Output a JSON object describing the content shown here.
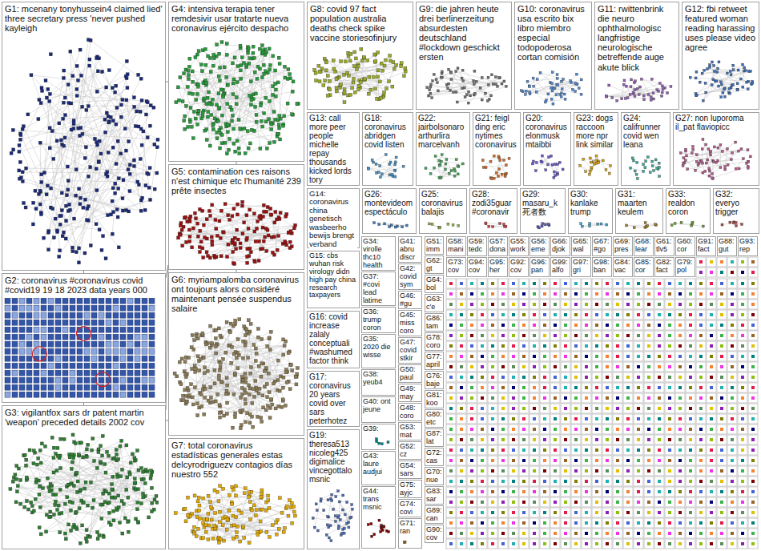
{
  "diagram": {
    "nodes": [
      {
        "text": [
          "G1: mcenany tonyhussein4 claimed lied' three secretary press 'never pushed kayleigh"
        ]
      },
      {
        "text": [
          "G2: coronavirus #coronavirus covid #covid19 19 18 2023 data years 000"
        ]
      },
      {
        "text": [
          "G3: vigilantfox sars dr patent martin 'weapon' preceded details 2002 cov"
        ]
      },
      {
        "text": [
          "G4: intensiva terapia tener remdesivir usar tratarte nueva coronavirus ejército despacho"
        ]
      },
      {
        "text": [
          "G5: contamination ces raisons n'est chimique etc l'humanité 239 prête insectes"
        ]
      },
      {
        "text": [
          "G6: myriampalomba coronavirus ont toujours alors considéré maintenant pensée suspendus salaire"
        ]
      },
      {
        "text": [
          "G7: total coronavirus estadísticas generales estas delcyrodriguezv contagios días nuestro 552"
        ]
      },
      {
        "text": [
          "G8: covid 97 fact population australia deaths check spike vaccine storiesofinjury"
        ]
      },
      {
        "text": [
          "G9: die jahren heute drei berlinerzeitung absurdesten deutschland #lockdown geschickt ersten"
        ]
      },
      {
        "text": [
          "G10: coronavirus usa escrito bix libro miembro especial todopoderosa cortan comisión"
        ]
      },
      {
        "text": [
          "G11: rwittenbrink die neuro ophthalmologisc langfristige neurologische betreffende auge akute blick"
        ]
      },
      {
        "text": [
          "G12: fbi retweet featured woman reading harassing uses please video agree"
        ]
      },
      {
        "text": [
          "G13: call more peer people michelle repay thousands kicked lords tory"
        ]
      },
      {
        "text": [
          "G18: coronavirus abridgen covid listen"
        ]
      },
      {
        "text": [
          "G22: jairbolsonaro arthurlira marcelvanh"
        ]
      },
      {
        "text": [
          "G21: feigl ding eric nytimes coronavirus"
        ]
      },
      {
        "text": [
          "G20: coronavirus elonmusk mtaibbi"
        ]
      },
      {
        "text": [
          "G23: dogs raccoon more npr link similar"
        ]
      },
      {
        "text": [
          "G24: califrunner covid wen leana"
        ]
      },
      {
        "text": [
          "G27: non luporoma il_pat flaviopicc"
        ]
      },
      {
        "text": [
          "G26: montevideom espectáculo"
        ]
      },
      {
        "text": [
          "G25: coronavirus balajis"
        ]
      },
      {
        "text": [
          "G28: zodi35guar #coronavir"
        ]
      },
      {
        "text": [
          "G29: masaru_k 死者数"
        ]
      },
      {
        "text": [
          "G30: kanlake trump"
        ]
      },
      {
        "text": [
          "G31: maarten keulem"
        ]
      },
      {
        "text": [
          "G33: realdon coron"
        ]
      },
      {
        "text": [
          "G32: everyo trigger"
        ]
      },
      {
        "text": [
          "G14: coronavirus china genetisch wasbeerho bewijs brengt verband"
        ]
      },
      {
        "text": [
          "G15: cbs wuhan risk virology didn high pay china research taxpayers"
        ]
      },
      {
        "text": [
          "G16: covid increase zalaly conceptuali #washumed factor think"
        ]
      },
      {
        "text": [
          "G17: coronavirus 20 years covid over sars peterhotez"
        ]
      },
      {
        "text": [
          "G19: theresa513 nicoleg425 digimalice vincegottalo msnic"
        ]
      },
      {
        "text": [
          "G34: virolle thc10 health"
        ]
      },
      {
        "text": [
          "G37: #covi lead latime"
        ]
      },
      {
        "text": [
          "G36: trump coron"
        ]
      },
      {
        "text": [
          "G35: 2020 die wisse"
        ]
      },
      {
        "text": [
          "G38: yeub4"
        ]
      },
      {
        "text": [
          "G40: ont jeune"
        ]
      },
      {
        "text": [
          "G39:"
        ]
      },
      {
        "text": [
          "G43: laure audjui"
        ]
      },
      {
        "text": [
          "G44: trans msnic"
        ]
      },
      {
        "text": [
          "G41: abru discr"
        ]
      },
      {
        "text": [
          "G42: covid sym"
        ]
      },
      {
        "text": [
          "G46: #gu"
        ]
      },
      {
        "text": [
          "G45: miss coro"
        ]
      },
      {
        "text": [
          "G47: covid stkir"
        ]
      },
      {
        "text": [
          "G50: paul"
        ]
      },
      {
        "text": [
          "G49: may"
        ]
      },
      {
        "text": [
          "G48: coro"
        ]
      },
      {
        "text": [
          "G53: mat"
        ]
      },
      {
        "text": [
          "G52: cz"
        ]
      },
      {
        "text": [
          "G54: sars"
        ]
      },
      {
        "text": [
          "G75: ayjc"
        ]
      },
      {
        "text": [
          "G74: covi"
        ]
      },
      {
        "text": [
          "G71: ran"
        ]
      },
      {
        "text": [
          "G51: imm"
        ]
      },
      {
        "text": [
          "G62: gt"
        ]
      },
      {
        "text": [
          "G64: bol"
        ]
      },
      {
        "text": [
          "G63: c'e"
        ]
      },
      {
        "text": [
          "G86: tam"
        ]
      },
      {
        "text": [
          "G78: coro"
        ]
      },
      {
        "text": [
          "G77: april"
        ]
      },
      {
        "text": [
          "G76: baje"
        ]
      },
      {
        "text": [
          "G81: koo"
        ]
      },
      {
        "text": [
          "G80: etc"
        ]
      },
      {
        "text": [
          "G87: lat"
        ]
      },
      {
        "text": [
          "G72: cas"
        ]
      },
      {
        "text": [
          "G70: nue"
        ]
      },
      {
        "text": [
          "G83: sar"
        ]
      },
      {
        "text": [
          "G89: can"
        ]
      },
      {
        "text": [
          "G90: cov"
        ]
      },
      {
        "text": [
          "G58: mani"
        ]
      },
      {
        "text": [
          "G59: tedc"
        ]
      },
      {
        "text": [
          "G57: dona"
        ]
      },
      {
        "text": [
          "G55: work"
        ]
      },
      {
        "text": [
          "G56: eme"
        ]
      },
      {
        "text": [
          "G66: djok"
        ]
      },
      {
        "text": [
          "G65: wal"
        ]
      },
      {
        "text": [
          "G67: #go"
        ]
      },
      {
        "text": [
          "G69: pres"
        ]
      },
      {
        "text": [
          "G68: lear"
        ]
      },
      {
        "text": [
          "G61: tlv5"
        ]
      },
      {
        "text": [
          "G60: cor"
        ]
      },
      {
        "text": [
          "G91: fact"
        ]
      },
      {
        "text": [
          "G88: gut"
        ]
      },
      {
        "text": [
          "G93: rep"
        ]
      },
      {
        "text": [
          "G73: cov"
        ]
      },
      {
        "text": [
          "G94: cov"
        ]
      },
      {
        "text": [
          "G95: her"
        ]
      },
      {
        "text": [
          "G92: cov"
        ]
      },
      {
        "text": [
          "G96: pan"
        ]
      },
      {
        "text": [
          "G99: alfo"
        ]
      },
      {
        "text": [
          "G97: gri"
        ]
      },
      {
        "text": [
          "G98: ban"
        ]
      },
      {
        "text": [
          "G84: vac"
        ]
      },
      {
        "text": [
          "G85: cor"
        ]
      },
      {
        "text": [
          "G82: fact"
        ]
      },
      {
        "text": [
          "G79: pol"
        ]
      }
    ],
    "edges": [
      {
        "from": 0,
        "to": 1,
        "arrow": "none"
      },
      {
        "from": 1,
        "to": 2,
        "arrow": "none"
      },
      {
        "from": 0,
        "to": 3,
        "arrow": "none"
      },
      {
        "from": 2,
        "to": 4,
        "arrow": "none"
      },
      {
        "from": 1,
        "to": 4,
        "arrow": "none"
      },
      {
        "from": 5,
        "to": 2,
        "arrow": "none"
      },
      {
        "from": 3,
        "to": 4,
        "arrow": "none"
      },
      {
        "from": 4,
        "to": 5,
        "arrow": "none"
      }
    ]
  }
}
